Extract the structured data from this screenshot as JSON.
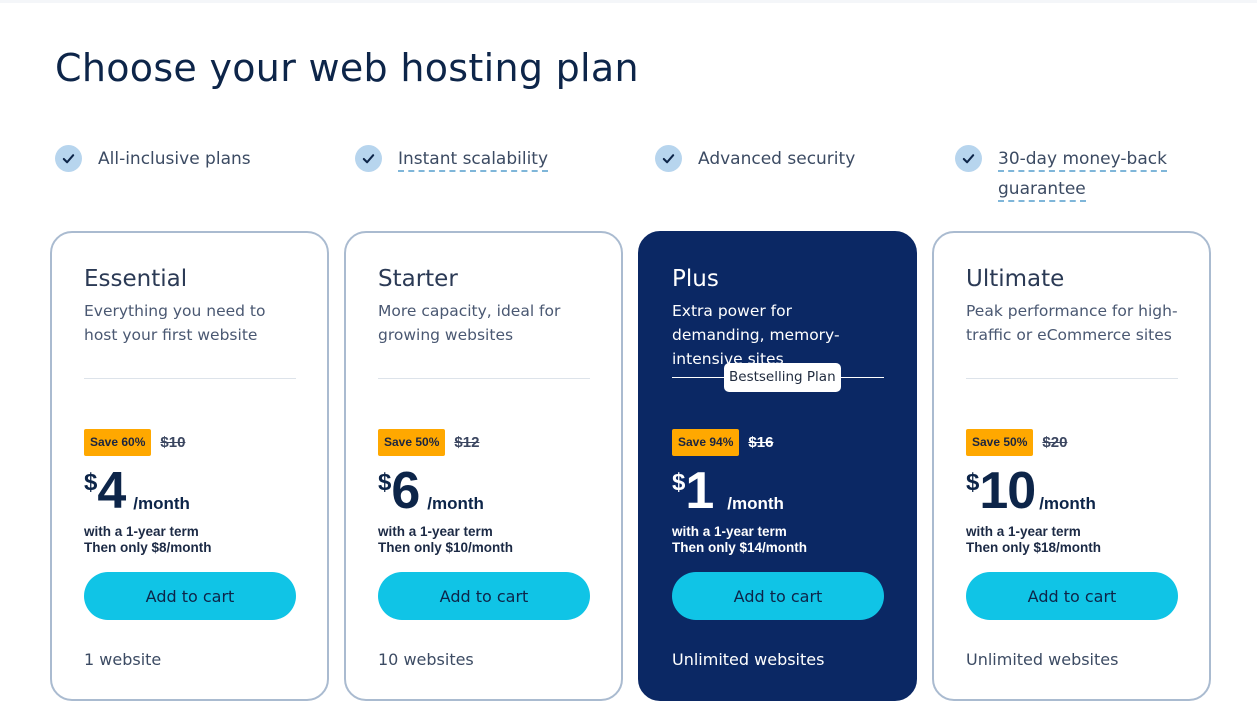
{
  "page": {
    "title": "Choose your web hosting plan"
  },
  "features": [
    {
      "label": "All-inclusive plans",
      "dashed": false
    },
    {
      "label": "Instant scalability",
      "dashed": true
    },
    {
      "label": "Advanced security",
      "dashed": false
    },
    {
      "label_line1": "30-day money-back",
      "label_line2": "guarantee",
      "dashed": true
    }
  ],
  "plans": [
    {
      "name": "Essential",
      "description": "Everything you need to host your first website",
      "save": "Save 60%",
      "old_price": "$10",
      "currency": "$",
      "price": "4",
      "period": "/month",
      "term": "with a 1-year term",
      "renewal": "Then only $8/month",
      "cta": "Add to cart",
      "first_feature": "1 website"
    },
    {
      "name": "Starter",
      "description": "More capacity, ideal for growing websites",
      "save": "Save 50%",
      "old_price": "$12",
      "currency": "$",
      "price": "6",
      "period": "/month",
      "term": "with a 1-year term",
      "renewal": "Then only $10/month",
      "cta": "Add to cart",
      "first_feature": "10 websites"
    },
    {
      "name": "Plus",
      "description": "Extra power for demanding, memory-intensive sites",
      "badge": "Bestselling Plan",
      "save": "Save 94%",
      "old_price": "$16",
      "currency": "$",
      "price": "1",
      "period": "/month",
      "term": "with a 1-year term",
      "renewal": "Then only $14/month",
      "cta": "Add to cart",
      "first_feature": "Unlimited websites"
    },
    {
      "name": "Ultimate",
      "description": "Peak performance for high-traffic or eCommerce sites",
      "save": "Save 50%",
      "old_price": "$20",
      "currency": "$",
      "price": "10",
      "period": "/month",
      "term": "with a 1-year term",
      "renewal": "Then only $18/month",
      "cta": "Add to cart",
      "first_feature": "Unlimited websites"
    }
  ],
  "colors": {
    "accent": "#10c4e6",
    "navy": "#0b2864",
    "save_badge": "#ffa800",
    "check_circle": "#b7d5ee"
  },
  "icons": {
    "feature_check": "check-icon"
  }
}
